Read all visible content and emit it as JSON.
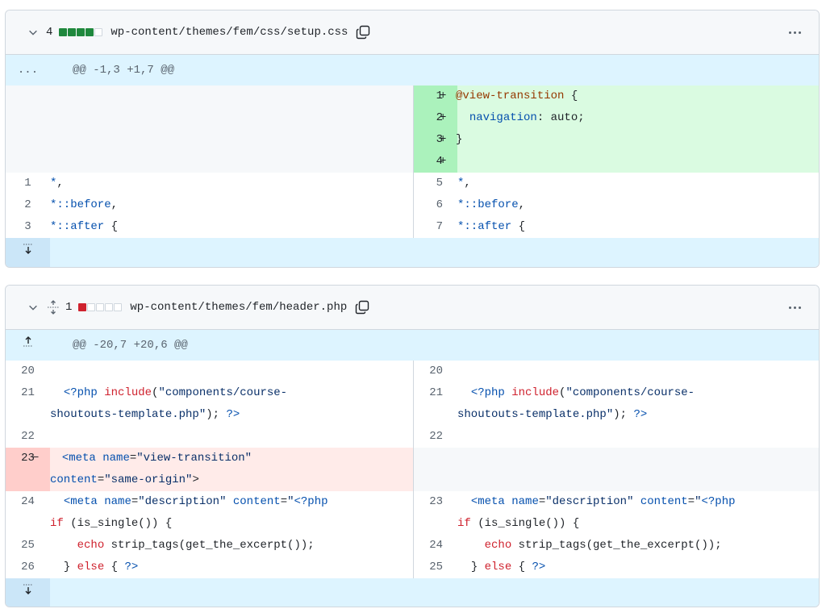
{
  "files": [
    {
      "change_count": "4",
      "path": "wp-content/themes/fem/css/setup.css",
      "diffstat": [
        "g",
        "g",
        "g",
        "g",
        "n"
      ],
      "hunk_ellipsis": "...",
      "hunk_header": "@@ -1,3 +1,7 @@",
      "added": [
        {
          "n": "1",
          "text": "@view-transition {"
        },
        {
          "n": "2",
          "text": "  navigation: auto;"
        },
        {
          "n": "3",
          "text": "}"
        },
        {
          "n": "4",
          "text": ""
        }
      ],
      "context": [
        {
          "l": "1",
          "r": "5",
          "text": "*,"
        },
        {
          "l": "2",
          "r": "6",
          "text": "*::before,"
        },
        {
          "l": "3",
          "r": "7",
          "text": "*::after {"
        }
      ]
    },
    {
      "change_count": "1",
      "path": "wp-content/themes/fem/header.php",
      "diffstat": [
        "r",
        "n",
        "n",
        "n",
        "n"
      ],
      "hunk_header": "@@ -20,7 +20,6 @@",
      "rows": {
        "l20": "20",
        "r20": "20",
        "l21": "21",
        "r21": "21",
        "line21a": "  <?php include(\"components/course-",
        "line21b": "shoutouts-template.php\"); ?>",
        "l22": "22",
        "r22": "22",
        "l23": "23",
        "del_a": "  <meta name=\"view-transition\"",
        "del_b": "content=\"same-origin\">",
        "l24": "24",
        "r23": "23",
        "meta_a": "  <meta name=\"description\" content=\"<?php",
        "meta_b": "if (is_single()) {",
        "l25": "25",
        "r24": "24",
        "echo": "    echo strip_tags(get_the_excerpt());",
        "l26": "26",
        "r25": "25",
        "else": "  } else { ?>"
      }
    }
  ],
  "markers": {
    "add": "+",
    "del": "−"
  }
}
